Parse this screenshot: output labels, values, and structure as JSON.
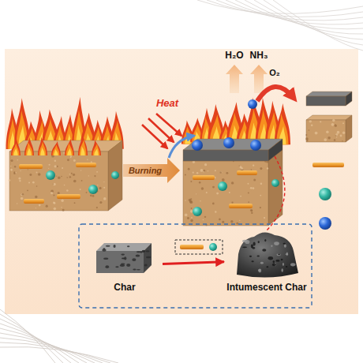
{
  "diagram": {
    "nodes": [
      {
        "text": [
          "Char"
        ]
      },
      {
        "text": [
          "Intumescent Char"
        ]
      }
    ],
    "edges": [
      {
        "from": 0,
        "to": 1,
        "arrow": "to"
      }
    ],
    "labels": [
      "Heat",
      "Burning",
      "H₂O",
      "NH₃",
      "O₂"
    ]
  }
}
